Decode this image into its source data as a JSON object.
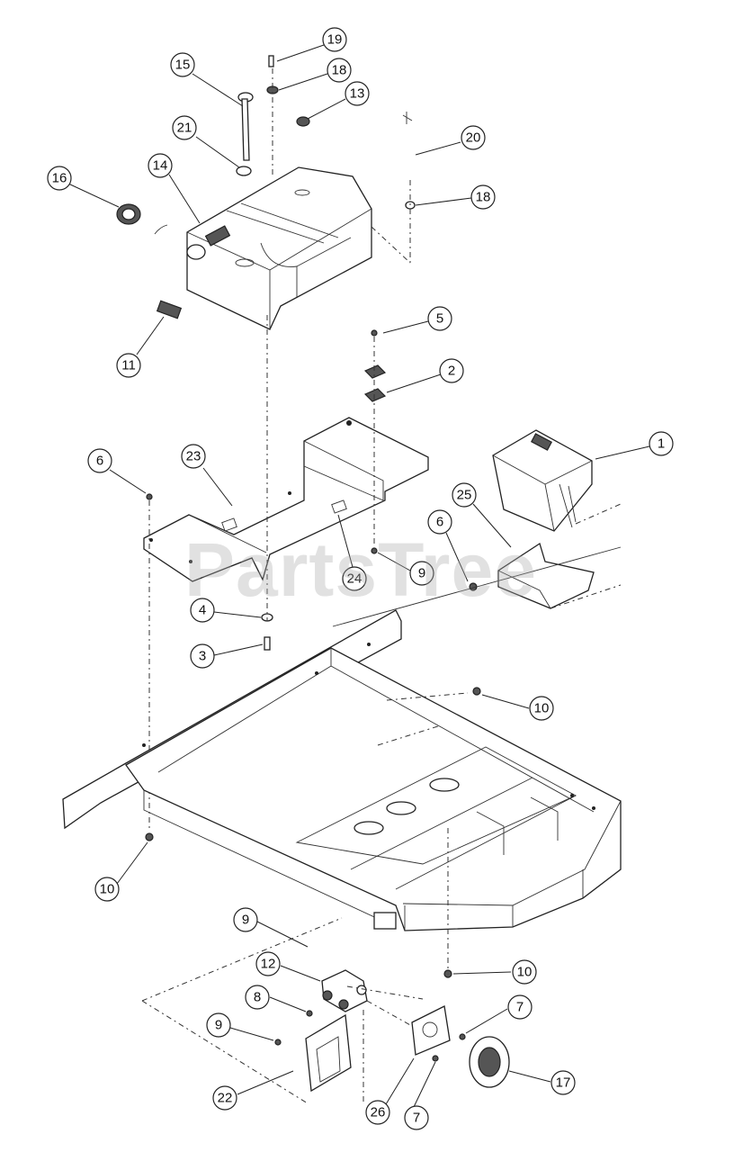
{
  "watermark": "PartsTree",
  "callouts": [
    {
      "id": "c19",
      "label": "19"
    },
    {
      "id": "c15",
      "label": "15"
    },
    {
      "id": "c18a",
      "label": "18"
    },
    {
      "id": "c13",
      "label": "13"
    },
    {
      "id": "c21",
      "label": "21"
    },
    {
      "id": "c20",
      "label": "20"
    },
    {
      "id": "c14",
      "label": "14"
    },
    {
      "id": "c16",
      "label": "16"
    },
    {
      "id": "c18b",
      "label": "18"
    },
    {
      "id": "c5",
      "label": "5"
    },
    {
      "id": "c11",
      "label": "11"
    },
    {
      "id": "c2",
      "label": "2"
    },
    {
      "id": "c1",
      "label": "1"
    },
    {
      "id": "c6a",
      "label": "6"
    },
    {
      "id": "c23",
      "label": "23"
    },
    {
      "id": "c25",
      "label": "25"
    },
    {
      "id": "c6b",
      "label": "6"
    },
    {
      "id": "c24",
      "label": "24"
    },
    {
      "id": "c9a",
      "label": "9"
    },
    {
      "id": "c4",
      "label": "4"
    },
    {
      "id": "c3",
      "label": "3"
    },
    {
      "id": "c10a",
      "label": "10"
    },
    {
      "id": "c10b",
      "label": "10"
    },
    {
      "id": "c9b",
      "label": "9"
    },
    {
      "id": "c10c",
      "label": "10"
    },
    {
      "id": "c12",
      "label": "12"
    },
    {
      "id": "c8",
      "label": "8"
    },
    {
      "id": "c7a",
      "label": "7"
    },
    {
      "id": "c9c",
      "label": "9"
    },
    {
      "id": "c17",
      "label": "17"
    },
    {
      "id": "c22",
      "label": "22"
    },
    {
      "id": "c26",
      "label": "26"
    },
    {
      "id": "c7b",
      "label": "7"
    }
  ]
}
